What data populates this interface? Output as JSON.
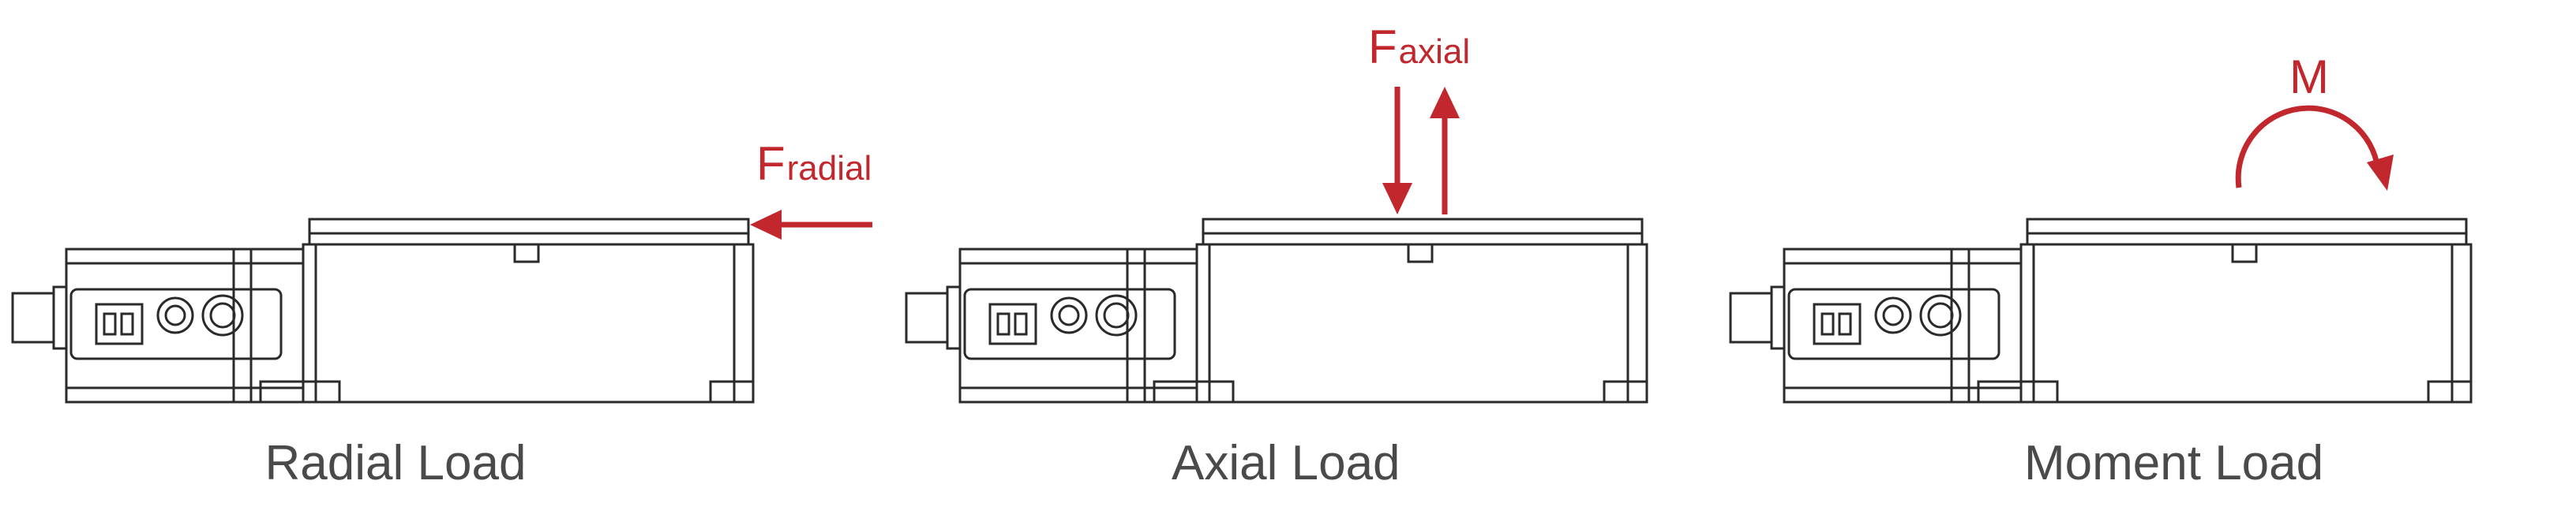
{
  "colors": {
    "force": "#c1272d",
    "caption": "#4a4a4a",
    "drawing": "#2a2a2a"
  },
  "panels": [
    {
      "caption": "Radial Load",
      "force_symbol": "F",
      "force_subscript": "radial",
      "arrow_icon": "arrow-left-icon"
    },
    {
      "caption": "Axial Load",
      "force_symbol": "F",
      "force_subscript": "axial",
      "arrow_icon": "arrow-up-down-icon"
    },
    {
      "caption": "Moment Load",
      "force_symbol": "M",
      "force_subscript": "",
      "arrow_icon": "curved-arrow-icon"
    }
  ]
}
